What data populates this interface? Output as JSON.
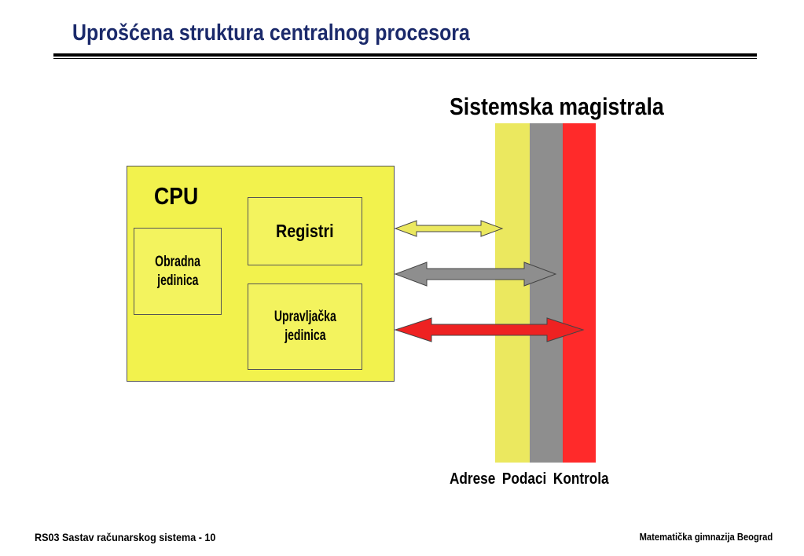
{
  "title": "Uprošćena struktura centralnog procesora",
  "bus": {
    "title": "Sistemska magistrala",
    "labels": [
      "Adrese",
      "Podaci",
      "Kontrola"
    ],
    "colors": {
      "address": "#ebe85f",
      "data": "#8e8e8e",
      "control": "#ff2a2a"
    }
  },
  "cpu": {
    "label": "CPU",
    "color": "#f2f24d",
    "alu_line1": "Obradna",
    "alu_line2": "jedinica",
    "registers": "Registri",
    "cu_line1": "Upravljačka",
    "cu_line2": "jedinica"
  },
  "footer": {
    "left": "RS03 Sastav računarskog sistema - 10",
    "right": "Matematička gimnazija Beograd"
  }
}
